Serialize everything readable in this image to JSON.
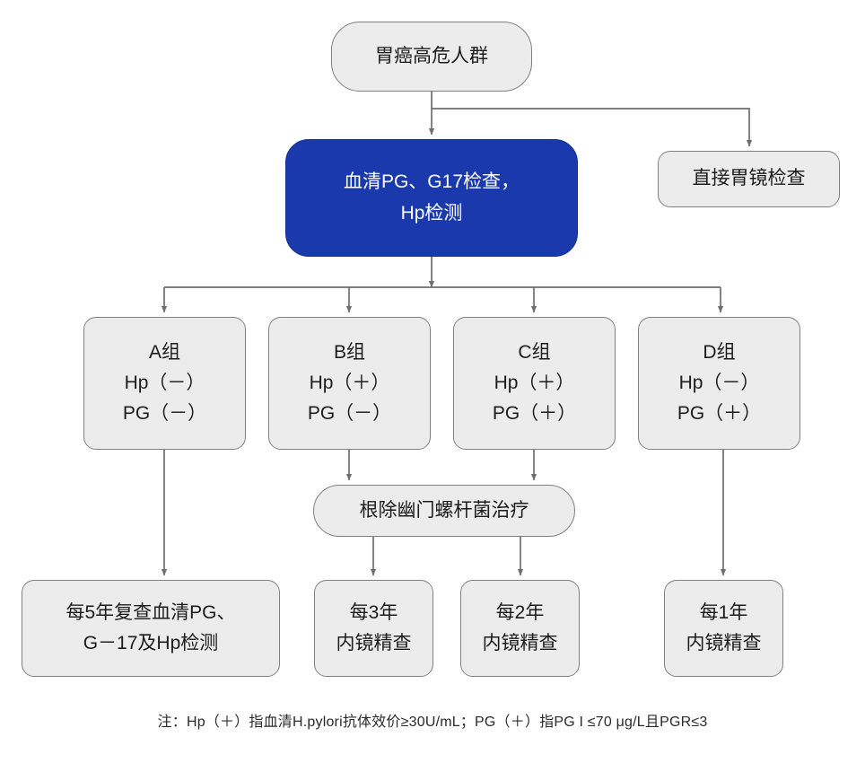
{
  "diagram": {
    "title_node": "胃癌高危人群",
    "colors": {
      "accent_fill": "#1939ad",
      "accent_text": "#ffffff",
      "node_fill": "#ececec",
      "node_border": "#808080",
      "edge": "#6e6e6e",
      "background": "#ffffff"
    },
    "nodes": {
      "high_risk": {
        "label": "胃癌高危人群"
      },
      "serum_test": {
        "line1": "血清PG、G17检查，",
        "line2": "Hp检测"
      },
      "direct_gastroscopy": {
        "label": "直接胃镜检查"
      },
      "group_a": {
        "title": "A组",
        "hp": "Hp（－）",
        "pg": "PG（－）"
      },
      "group_b": {
        "title": "B组",
        "hp": "Hp（＋）",
        "pg": "PG（－）"
      },
      "group_c": {
        "title": "C组",
        "hp": "Hp（＋）",
        "pg": "PG（＋）"
      },
      "group_d": {
        "title": "D组",
        "hp": "Hp（－）",
        "pg": "PG（＋）"
      },
      "eradication": {
        "label": "根除幽门螺杆菌治疗"
      },
      "followup_5y": {
        "line1": "每5年复查血清PG、",
        "line2": "G－17及Hp检测"
      },
      "followup_3y": {
        "line1": "每3年",
        "line2": "内镜精查"
      },
      "followup_2y": {
        "line1": "每2年",
        "line2": "内镜精查"
      },
      "followup_1y": {
        "line1": "每1年",
        "line2": "内镜精查"
      }
    },
    "footnote": "注：Hp（＋）指血清H.pylori抗体效价≥30U/mL；PG（＋）指PG I ≤70 μg/L且PGR≤3"
  }
}
